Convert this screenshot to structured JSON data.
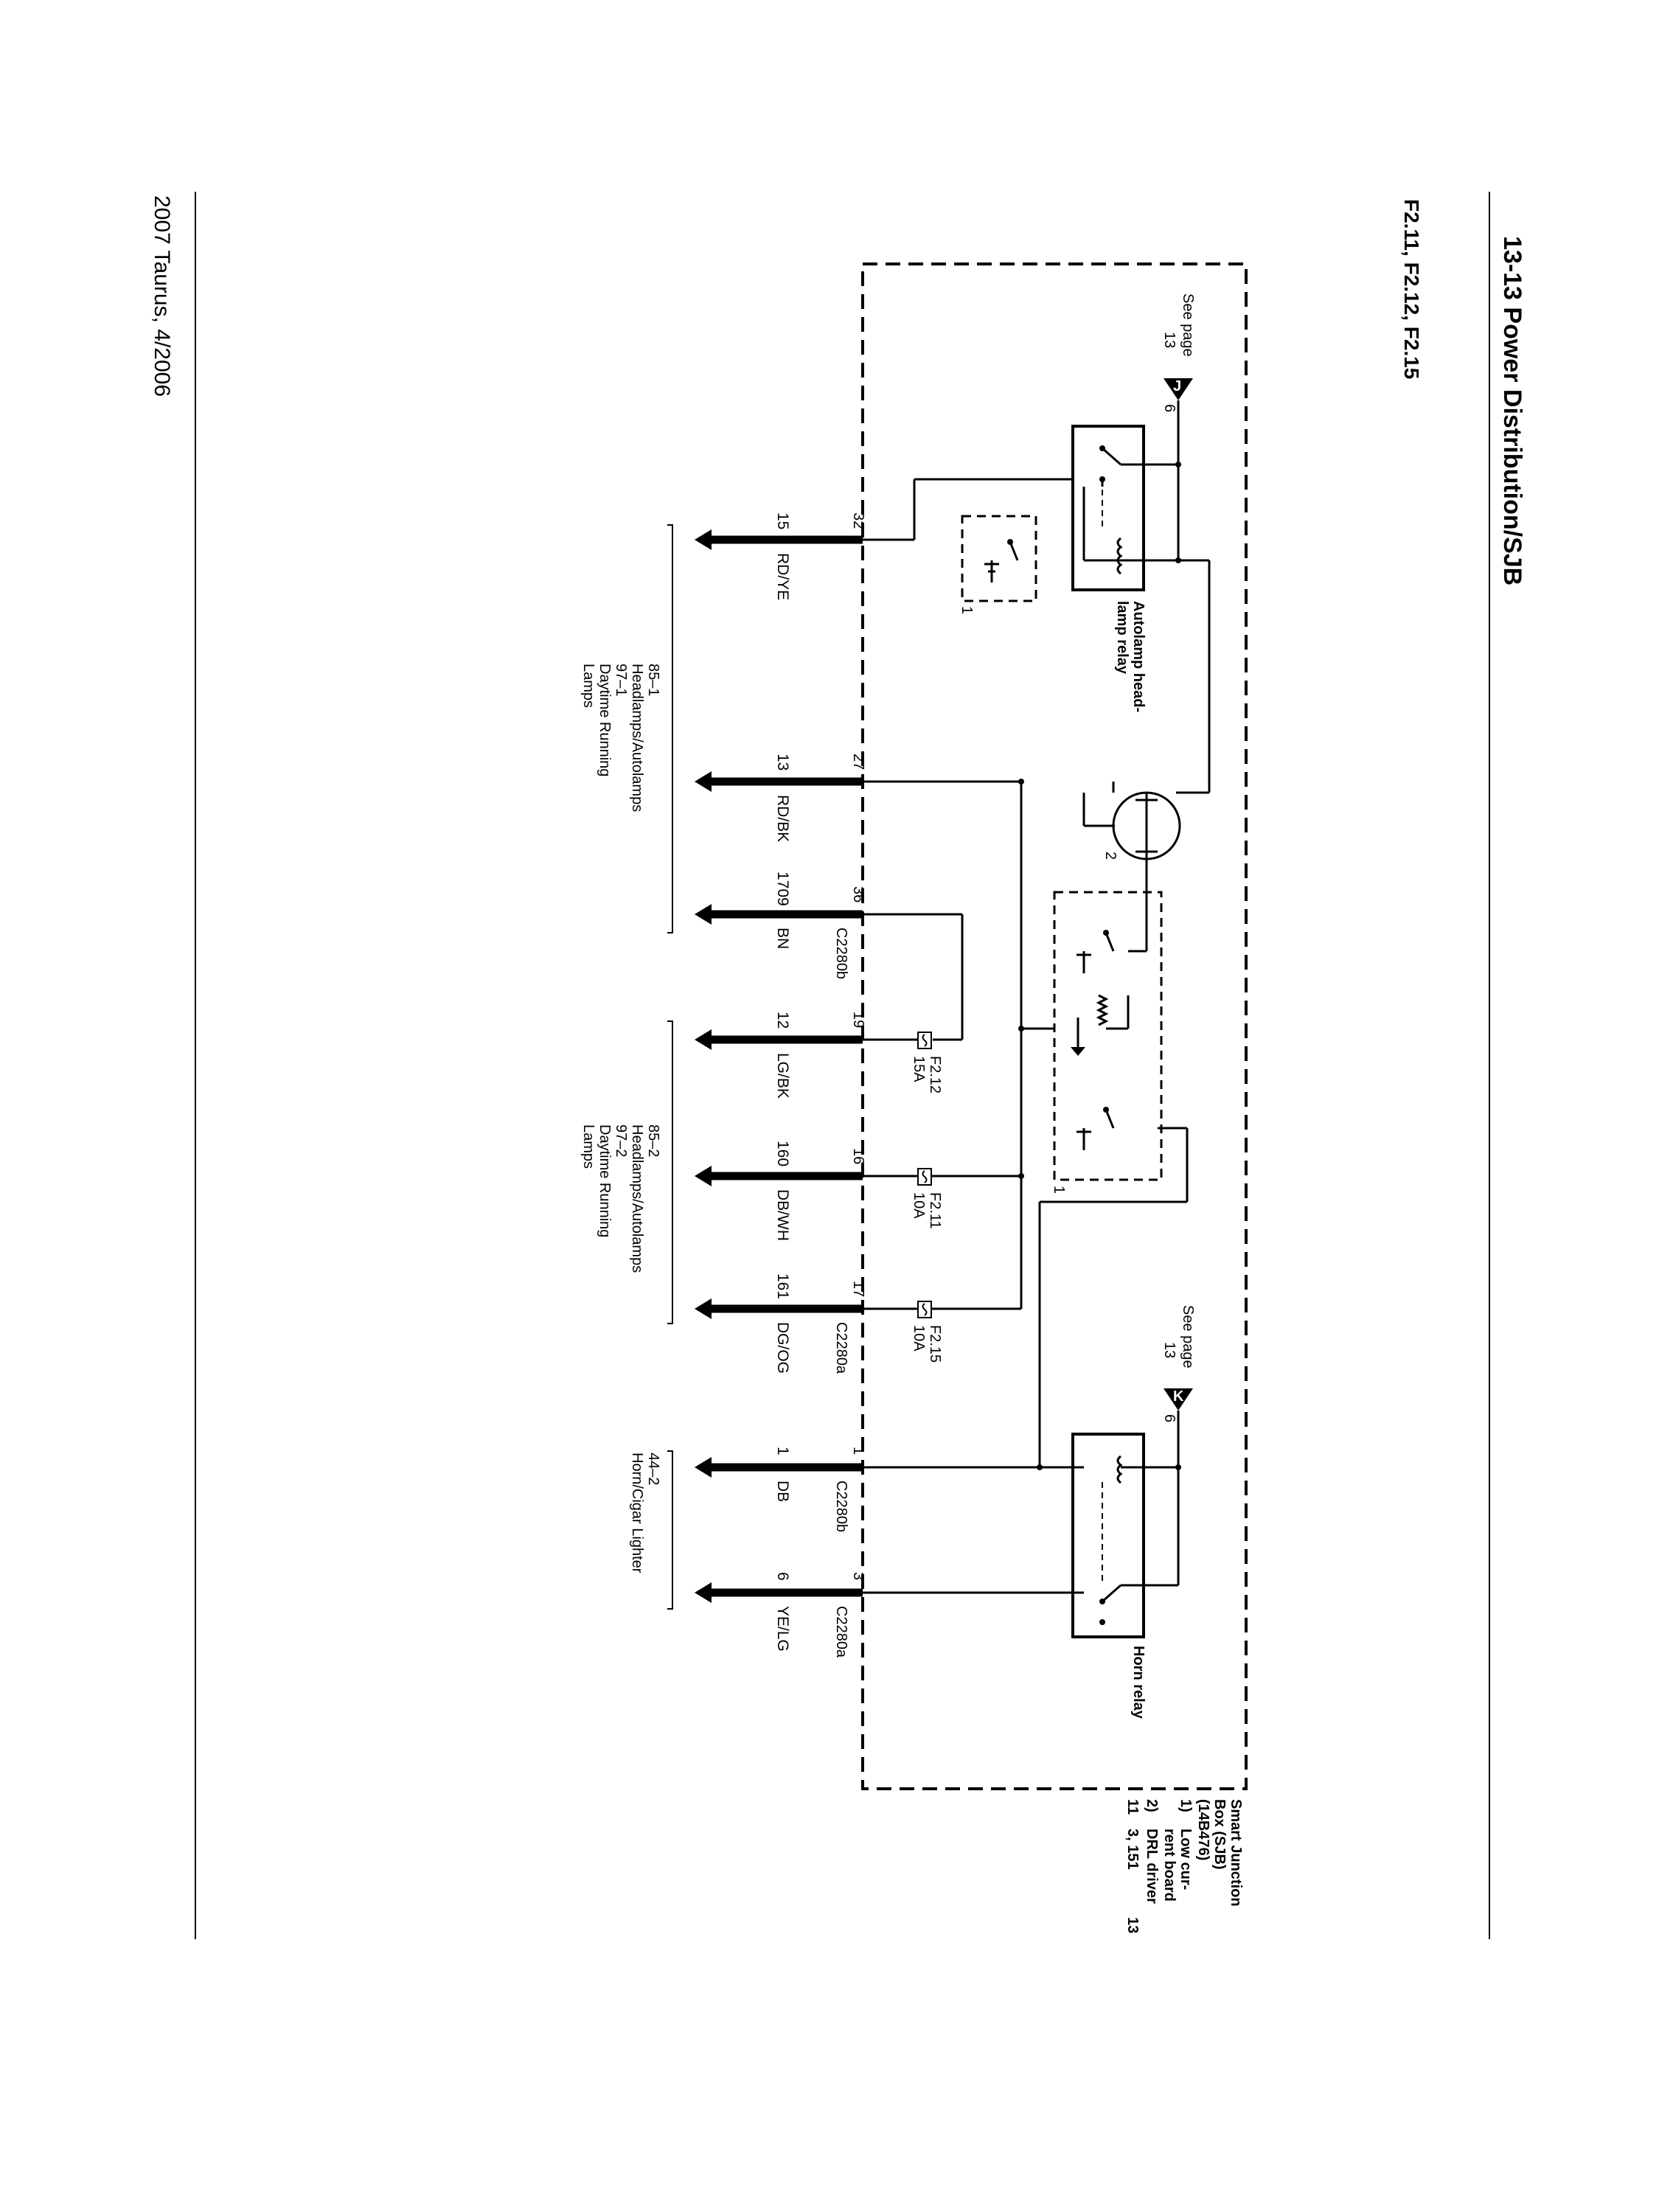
{
  "header": {
    "page_title": "13-13   Power Distribution/SJB",
    "subtitle": "F2.11, F2.12, F2.15"
  },
  "footer": {
    "text": "2007 Taurus, 4/2006"
  },
  "module": {
    "lines": [
      "Smart Junction",
      "Box (SJB)",
      "(14B476)"
    ],
    "notes": [
      {
        "key": "1)",
        "lines": [
          "Low cur-",
          "rent board"
        ]
      },
      {
        "key": "2)",
        "lines": [
          "DRL driver"
        ]
      }
    ],
    "refs": {
      "a": "11",
      "b": "3, 151",
      "c": "13"
    }
  },
  "page_refs": [
    {
      "text": "See page",
      "page": "13",
      "pin": "6",
      "letter": "J"
    },
    {
      "text": "See page",
      "page": "13",
      "pin": "6",
      "letter": "K"
    }
  ],
  "relays": {
    "autolamp": {
      "lines": [
        "Autolamp head-",
        "lamp relay"
      ]
    },
    "horn": {
      "lines": [
        "Horn relay"
      ]
    }
  },
  "notes_marks": {
    "one_a": "1",
    "one_b": "1",
    "two": "2"
  },
  "fuses": [
    {
      "name": "F2.12",
      "rating": "15A"
    },
    {
      "name": "F2.11",
      "rating": "10A"
    },
    {
      "name": "F2.15",
      "rating": "10A"
    }
  ],
  "circuits": [
    {
      "pin": "32",
      "circuit": "15",
      "color": "RD/YE",
      "connector": ""
    },
    {
      "pin": "27",
      "circuit": "13",
      "color": "RD/BK",
      "connector": ""
    },
    {
      "pin": "36",
      "circuit": "1709",
      "color": "BN",
      "connector": "C2280b"
    },
    {
      "pin": "19",
      "circuit": "12",
      "color": "LG/BK",
      "connector": ""
    },
    {
      "pin": "16",
      "circuit": "160",
      "color": "DB/WH",
      "connector": ""
    },
    {
      "pin": "17",
      "circuit": "161",
      "color": "DG/OG",
      "connector": "C2280a"
    },
    {
      "pin": "1",
      "circuit": "1",
      "color": "DB",
      "connector": "C2280b"
    },
    {
      "pin": "3",
      "circuit": "6",
      "color": "YE/LG",
      "connector": "C2280a"
    }
  ],
  "destinations": [
    {
      "lines": [
        "85–1",
        "Headlamps/Autolamps",
        "97–1",
        "Daytime Running",
        "Lamps"
      ]
    },
    {
      "lines": [
        "85–2",
        "Headlamps/Autolamps",
        "97–2",
        "Daytime Running",
        "Lamps"
      ]
    },
    {
      "lines": [
        "44–2",
        "Horn/Cigar Lighter"
      ]
    }
  ]
}
